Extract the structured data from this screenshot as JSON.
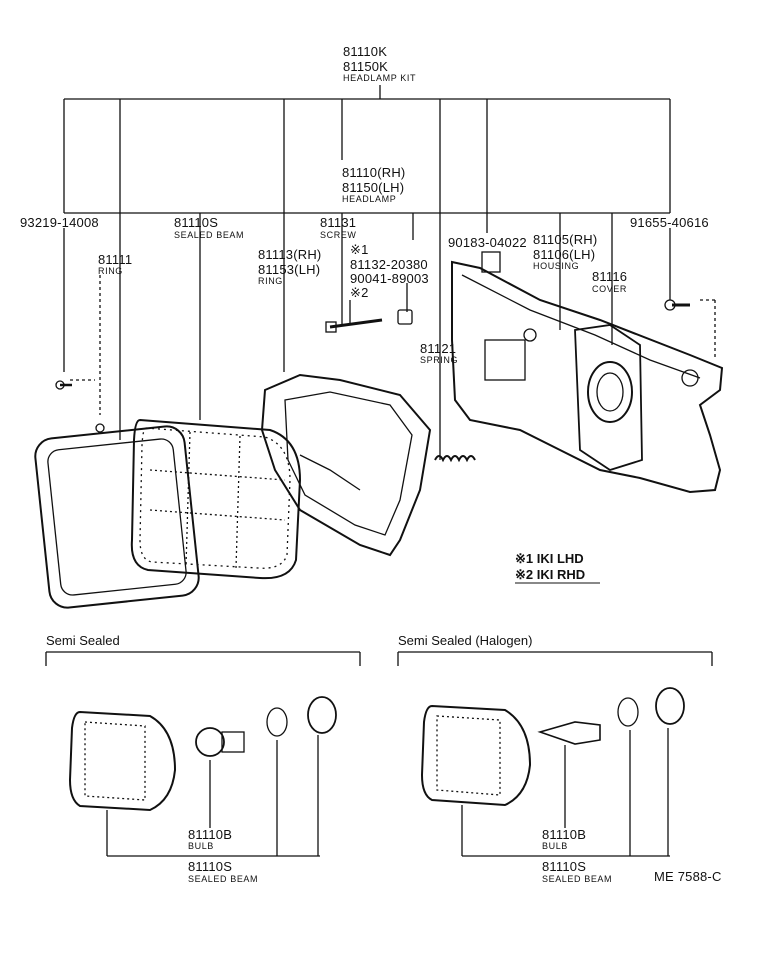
{
  "kit": {
    "pn1": "81110K",
    "pn2": "81150K",
    "desc": "HEADLAMP KIT"
  },
  "headlamp": {
    "pn1": "81110(RH)",
    "pn2": "81150(LH)",
    "desc": "HEADLAMP"
  },
  "left_screw": {
    "pn": "93219-14008"
  },
  "right_screw": {
    "pn": "91655-40616"
  },
  "sealed_beam": {
    "pn": "81110S",
    "desc": "SEALED BEAM"
  },
  "ring_outer": {
    "pn": "81111",
    "desc": "RING"
  },
  "ring_inner": {
    "pn1": "81113(RH)",
    "pn2": "81153(LH)",
    "desc": "RING"
  },
  "screw": {
    "pn": "81131",
    "desc": "SCREW"
  },
  "note_parts": {
    "mark1": "※1",
    "pn1": "81132-20380",
    "pn2": "90041-89003",
    "mark2": "※2"
  },
  "bracket_screw": {
    "pn": "90183-04022"
  },
  "housing": {
    "pn1": "81105(RH)",
    "pn2": "81106(LH)",
    "desc": "HOUSING"
  },
  "cover": {
    "pn": "81116",
    "desc": "COVER"
  },
  "spring": {
    "pn": "81121",
    "desc": "SPRING"
  },
  "legend": {
    "l1": "※1 IKI LHD",
    "l2": "※2 IKI RHD"
  },
  "semi_sealed": {
    "title": "Semi Sealed",
    "bulb_pn": "81110B",
    "bulb_desc": "BULB",
    "beam_pn": "81110S",
    "beam_desc": "SEALED BEAM"
  },
  "semi_sealed_halogen": {
    "title": "Semi Sealed (Halogen)",
    "bulb_pn": "81110B",
    "bulb_desc": "BULB",
    "beam_pn": "81110S",
    "beam_desc": "SEALED BEAM"
  },
  "drawing_code": "ME 7588-C"
}
